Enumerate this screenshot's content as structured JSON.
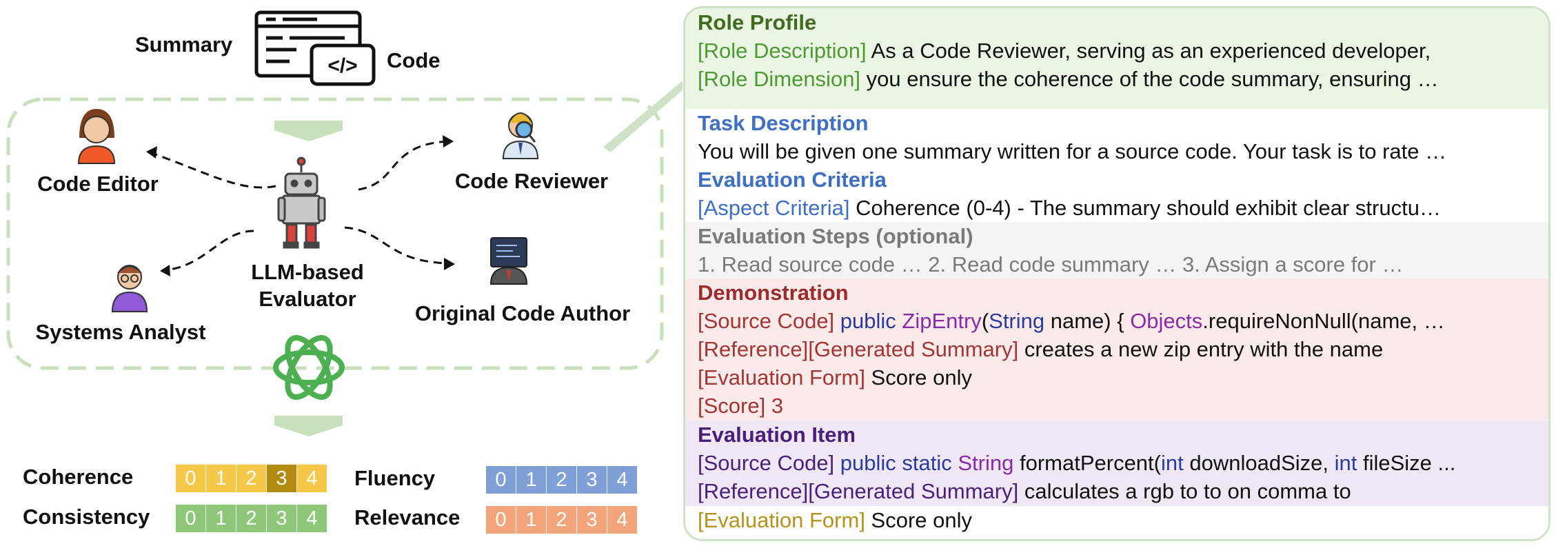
{
  "left": {
    "top_labels": {
      "summary": "Summary",
      "code": "Code"
    },
    "roles": {
      "code_editor": "Code Editor",
      "code_reviewer": "Code Reviewer",
      "systems_analyst": "Systems Analyst",
      "original_code_author": "Original Code Author"
    },
    "evaluator_line1": "LLM-based",
    "evaluator_line2": "Evaluator",
    "code_icon_text": "</>",
    "aspects": [
      {
        "name": "Coherence",
        "scores": [
          "0",
          "1",
          "2",
          "3",
          "4"
        ],
        "highlight": 3,
        "color": "#f5c84a",
        "highlight_color": "#b38b10"
      },
      {
        "name": "Fluency",
        "scores": [
          "0",
          "1",
          "2",
          "3",
          "4"
        ],
        "highlight": null,
        "color": "#7f9fd6",
        "highlight_color": null
      },
      {
        "name": "Consistency",
        "scores": [
          "0",
          "1",
          "2",
          "3",
          "4"
        ],
        "highlight": null,
        "color": "#8fc77a",
        "highlight_color": null
      },
      {
        "name": "Relevance",
        "scores": [
          "0",
          "1",
          "2",
          "3",
          "4"
        ],
        "highlight": null,
        "color": "#f2a57a",
        "highlight_color": null
      }
    ],
    "colors": {
      "dashed_box": "#c9e0bd",
      "chevron": "#c9e0bd",
      "openai_logo": "#4caf50"
    }
  },
  "panel": {
    "sections": [
      {
        "key": "role_profile",
        "bg": "#ebf5e4",
        "heading": "Role Profile",
        "heading_color": "#3f6a1f",
        "lines": [
          [
            {
              "text": "[Role Description]",
              "cls": "t-green"
            },
            {
              "text": " As a Code Reviewer, serving as an experienced developer,",
              "cls": ""
            }
          ],
          [
            {
              "text": "[Role Dimension]",
              "cls": "t-green"
            },
            {
              "text": " you ensure the coherence of the code summary, ensuring …",
              "cls": ""
            }
          ]
        ]
      },
      {
        "key": "task_description",
        "bg": "#ffffff",
        "heading": "Task Description",
        "heading_color": "#3e6fc2",
        "lines": [
          [
            {
              "text": "You will be given one summary written for a source code. Your task is to rate …",
              "cls": ""
            }
          ]
        ]
      },
      {
        "key": "evaluation_criteria",
        "bg": "#ffffff",
        "heading": "Evaluation Criteria",
        "heading_color": "#3e6fc2",
        "lines": [
          [
            {
              "text": "[Aspect Criteria]",
              "cls": "t-blue"
            },
            {
              "text": " Coherence (0-4) -  The summary should exhibit clear structu…",
              "cls": ""
            }
          ]
        ]
      },
      {
        "key": "evaluation_steps",
        "bg": "#f4f4f4",
        "heading": "Evaluation Steps (optional)",
        "heading_color": "#7a7a7a",
        "lines": [
          [
            {
              "text": "1. Read source code … 2. Read code summary … 3. Assign a score for …",
              "cls": "t-gray"
            }
          ]
        ]
      },
      {
        "key": "demonstration",
        "bg": "#fbeaea",
        "heading": "Demonstration",
        "heading_color": "#9c2b2b",
        "lines": [
          [
            {
              "text": "[Source Code]",
              "cls": "t-red"
            },
            {
              "text": " public",
              "cls": "t-navy"
            },
            {
              "text": " ZipEntry",
              "cls": "t-purple"
            },
            {
              "text": "(",
              "cls": ""
            },
            {
              "text": "String",
              "cls": "t-navy"
            },
            {
              "text": " name) { ",
              "cls": ""
            },
            {
              "text": "Objects",
              "cls": "t-purple"
            },
            {
              "text": ".requireNonNull(name, …",
              "cls": ""
            }
          ],
          [
            {
              "text": "[Reference][Generated Summary]",
              "cls": "t-red"
            },
            {
              "text": " creates a new zip entry with the name",
              "cls": ""
            }
          ],
          [
            {
              "text": "[Evaluation Form]",
              "cls": "t-red"
            },
            {
              "text": " Score only",
              "cls": ""
            }
          ],
          [
            {
              "text": "[Score] 3",
              "cls": "t-red"
            }
          ]
        ]
      },
      {
        "key": "evaluation_item",
        "bg": "#efe8f4",
        "heading": "Evaluation Item",
        "heading_color": "#4a1f7a",
        "lines": [
          [
            {
              "text": "[Source Code]",
              "cls": "t-dkpurple"
            },
            {
              "text": " public static",
              "cls": "t-navy"
            },
            {
              "text": " String",
              "cls": "t-purple"
            },
            {
              "text": " formatPercent(",
              "cls": ""
            },
            {
              "text": "int",
              "cls": "t-navy"
            },
            {
              "text": " downloadSize, ",
              "cls": ""
            },
            {
              "text": "int",
              "cls": "t-navy"
            },
            {
              "text": " fileSize ...",
              "cls": ""
            }
          ],
          [
            {
              "text": "[Reference][Generated Summary]",
              "cls": "t-dkpurple"
            },
            {
              "text": " calculates a rgb to to on comma to",
              "cls": ""
            }
          ]
        ]
      },
      {
        "key": "evaluation_form",
        "bg": "#ffffff",
        "heading": "",
        "heading_color": "",
        "lines": [
          [
            {
              "text": "[Evaluation Form]",
              "cls": "t-gold"
            },
            {
              "text": " Score only",
              "cls": ""
            }
          ]
        ]
      }
    ]
  }
}
